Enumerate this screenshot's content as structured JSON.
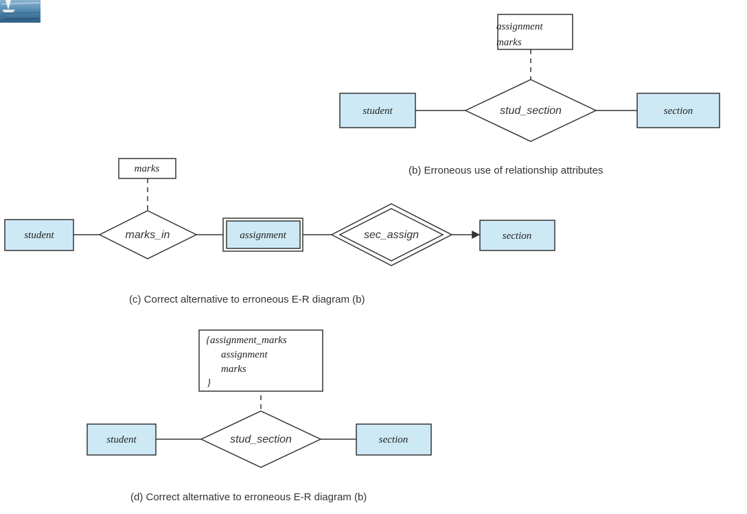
{
  "colors": {
    "entity_fill": "#cde9f5",
    "stroke": "#333333",
    "relationship_fill": "#ffffff"
  },
  "icons": {
    "corner_thumbnail": "sailboat-photo-thumbnail"
  },
  "diagram_b": {
    "attribute_lines": [
      "assignment",
      "marks"
    ],
    "entity_left": "student",
    "relationship": "stud_section",
    "entity_right": "section",
    "caption": "(b) Erroneous use of relationship attributes"
  },
  "diagram_c": {
    "attribute": "marks",
    "entity_left": "student",
    "relationship": "marks_in",
    "weak_entity": "assignment",
    "identifying_relationship": "sec_assign",
    "entity_right": "section",
    "caption": "(c) Correct alternative to erroneous E-R diagram (b)"
  },
  "diagram_d": {
    "attribute_lines": [
      "{assignment_marks",
      "assignment",
      "marks",
      "}"
    ],
    "entity_left": "student",
    "relationship": "stud_section",
    "entity_right": "section",
    "caption": "(d) Correct alternative to erroneous E-R diagram (b)"
  }
}
